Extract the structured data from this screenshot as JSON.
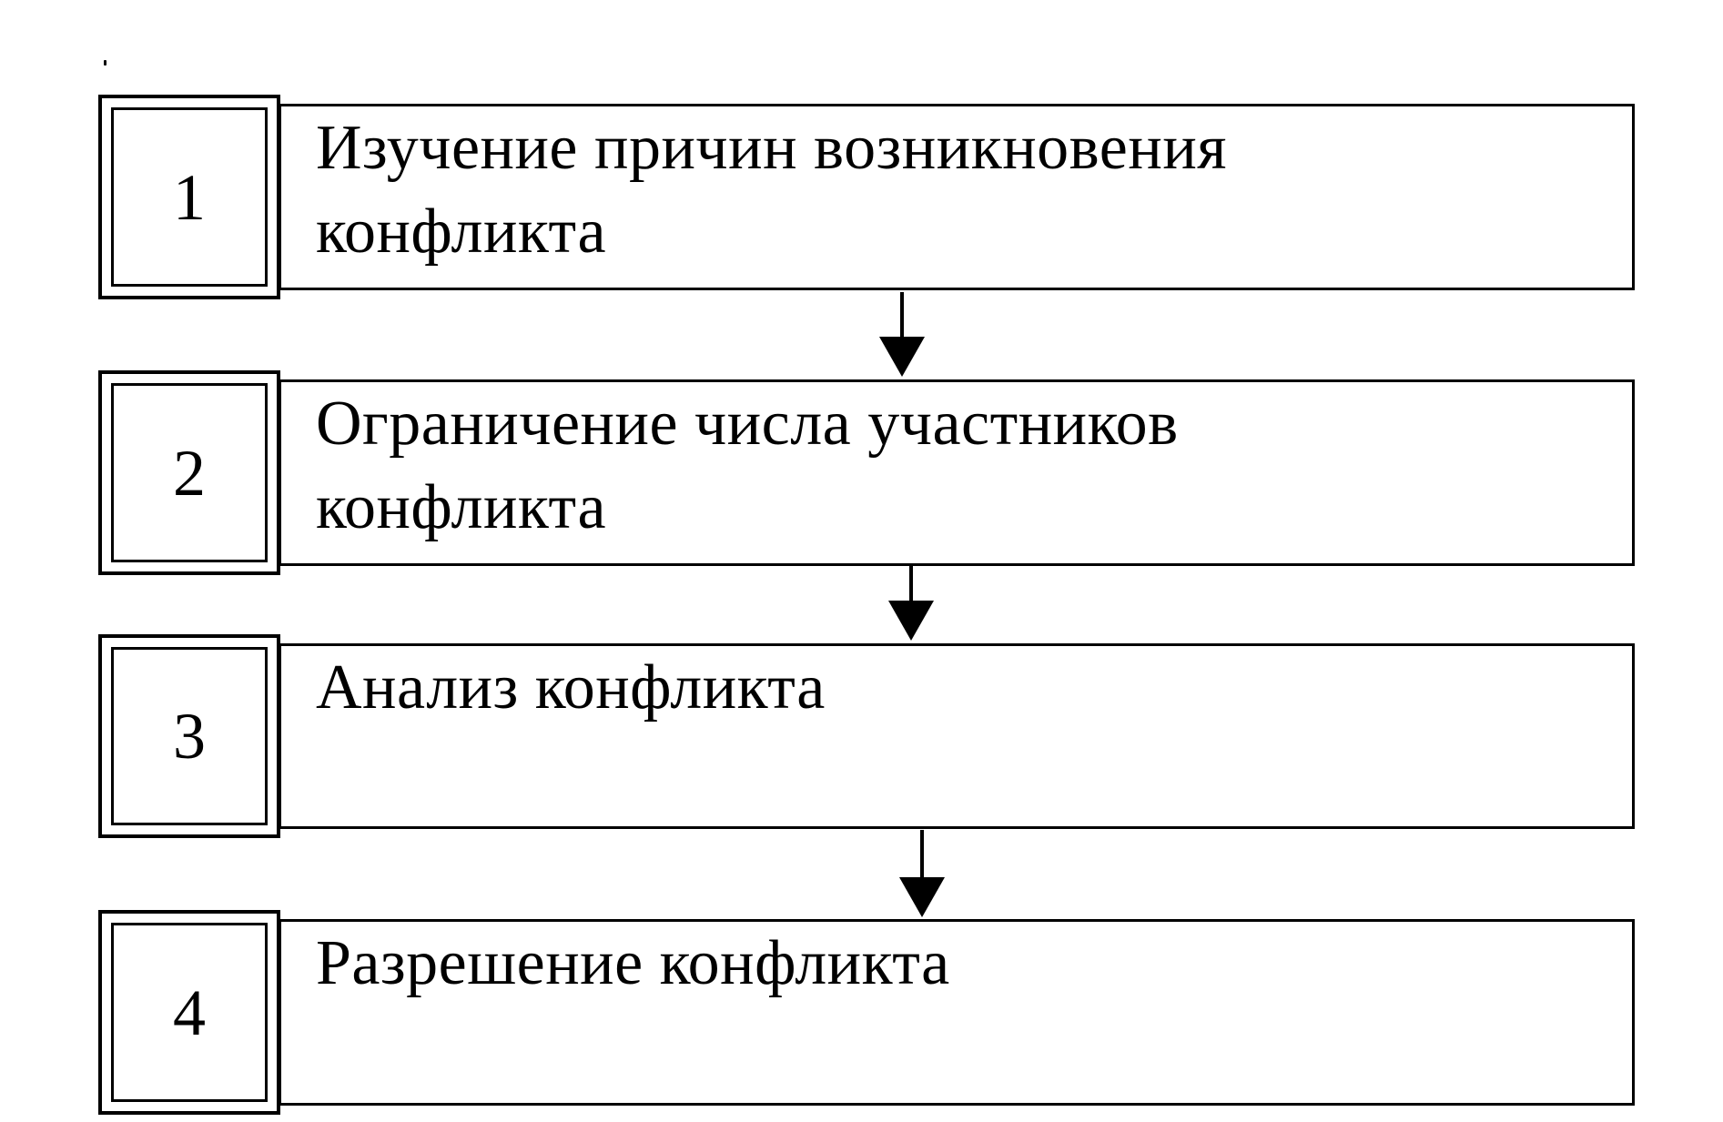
{
  "steps": [
    {
      "number": "1",
      "label": "Изучение причин возникновения\nконфликта"
    },
    {
      "number": "2",
      "label": "Ограничение числа участников\nконфликта"
    },
    {
      "number": "3",
      "label": "Анализ конфликта"
    },
    {
      "number": "4",
      "label": "Разрешение конфликта"
    }
  ]
}
